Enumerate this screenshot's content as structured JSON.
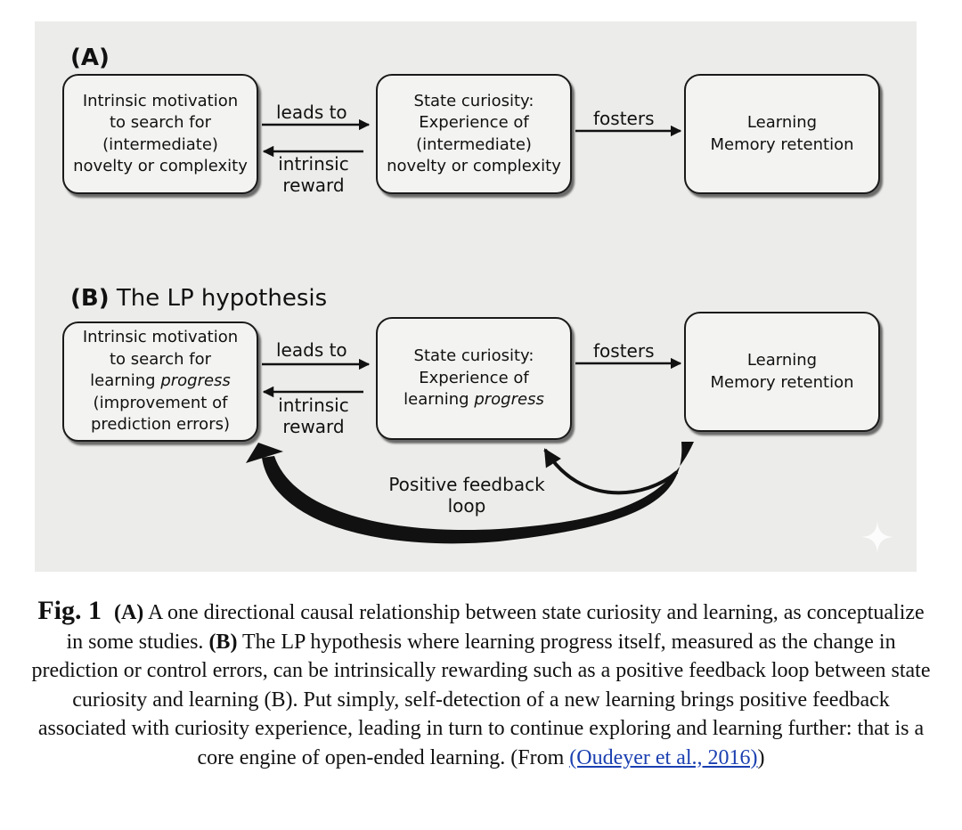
{
  "panel_a": {
    "label": "(A)",
    "box1_lines": [
      "Intrinsic motivation",
      "to search for",
      "(intermediate)",
      "novelty or complexity"
    ],
    "box2_lines": [
      "State curiosity:",
      "Experience of",
      "(intermediate)",
      "novelty or complexity"
    ],
    "box3_lines": [
      "Learning",
      "Memory retention"
    ],
    "leads_to": "leads to",
    "intrinsic": "intrinsic",
    "reward": "reward",
    "fosters": "fosters"
  },
  "panel_b": {
    "label_bold": "(B)",
    "label_rest": " The LP hypothesis",
    "box1": {
      "line1": "Intrinsic motivation",
      "line2": "to search for",
      "line3_pre": "learning ",
      "line3_em": "progress",
      "line4": "(improvement of",
      "line5": "prediction errors)"
    },
    "box2": {
      "line1": "State curiosity:",
      "line2": "Experience of",
      "line3_pre": "learning ",
      "line3_em": "progress"
    },
    "box3_lines": [
      "Learning",
      "Memory retention"
    ],
    "leads_to": "leads to",
    "intrinsic": "intrinsic",
    "reward": "reward",
    "fosters": "fosters",
    "feedback_line1": "Positive feedback",
    "feedback_line2": "loop"
  },
  "caption": {
    "fig_num": "Fig. 1",
    "a_marker": "(A)",
    "a_text": " A one directional causal relationship between state curiosity and learning, as conceptualize in some studies. ",
    "b_marker": "(B)",
    "b_text": " The LP hypothesis where learning progress itself, measured as the change in prediction or control errors, can be intrinsically rewarding such as a positive feedback loop between state curiosity and learning (B). Put simply, self-detection of a new learning brings positive feedback associated with curiosity experience, leading in turn to continue exploring and learning further:  that is a core engine of open-ended learning. (From ",
    "link_text": "(Oudeyer et al., 2016)",
    "close": ")"
  }
}
